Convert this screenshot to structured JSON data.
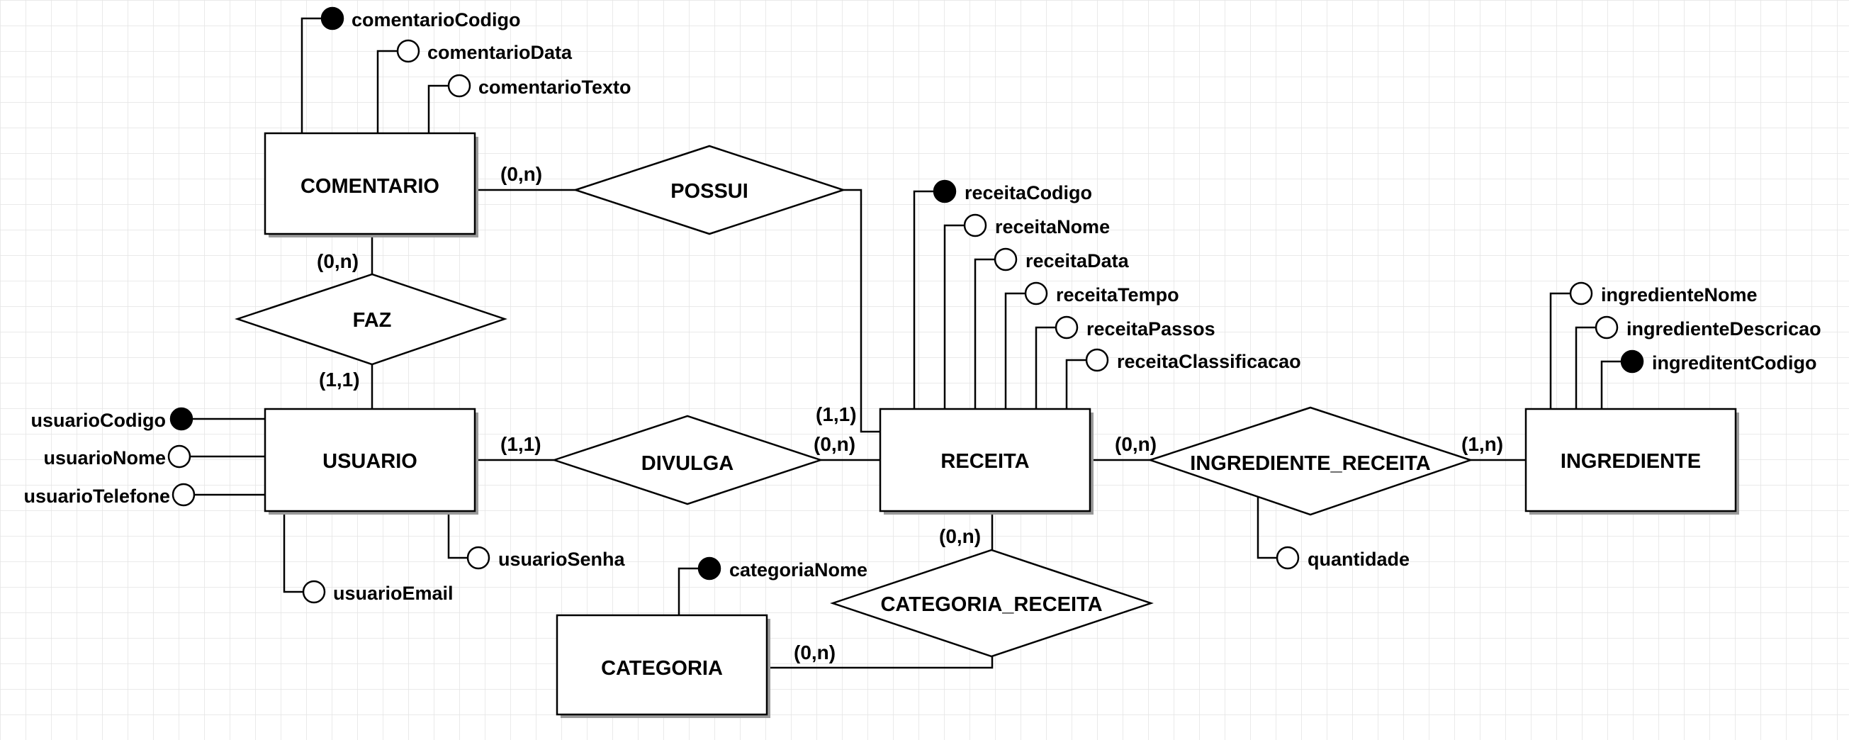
{
  "entities": {
    "comentario": "COMENTARIO",
    "usuario": "USUARIO",
    "receita": "RECEITA",
    "ingrediente": "INGREDIENTE",
    "categoria": "CATEGORIA"
  },
  "relationships": {
    "possui": "POSSUI",
    "faz": "FAZ",
    "divulga": "DIVULGA",
    "ingrediente_receita": "INGREDIENTE_RECEITA",
    "categoria_receita": "CATEGORIA_RECEITA"
  },
  "attributes": {
    "comentarioCodigo": "comentarioCodigo",
    "comentarioData": "comentarioData",
    "comentarioTexto": "comentarioTexto",
    "usuarioCodigo": "usuarioCodigo",
    "usuarioNome": "usuarioNome",
    "usuarioTelefone": "usuarioTelefone",
    "usuarioSenha": "usuarioSenha",
    "usuarioEmail": "usuarioEmail",
    "receitaCodigo": "receitaCodigo",
    "receitaNome": "receitaNome",
    "receitaData": "receitaData",
    "receitaTempo": "receitaTempo",
    "receitaPassos": "receitaPassos",
    "receitaClassificacao": "receitaClassificacao",
    "ingredienteNome": "ingredienteNome",
    "ingredienteDescricao": "ingredienteDescricao",
    "ingreditentCodigo": "ingreditentCodigo",
    "quantidade": "quantidade",
    "categoriaNome": "categoriaNome"
  },
  "cardinalities": {
    "comentario_possui": "(0,n)",
    "comentario_faz": "(0,n)",
    "usuario_faz": "(1,1)",
    "receita_possui": "(1,1)",
    "usuario_divulga": "(1,1)",
    "receita_divulga": "(0,n)",
    "receita_ingrediente": "(0,n)",
    "ingrediente_receita": "(1,n)",
    "receita_categoria": "(0,n)",
    "categoria_receita": "(0,n)"
  },
  "colors": {
    "grid": "#e4e4e4",
    "stroke": "#000000",
    "shadow": "#9a9a9a",
    "key_fill": "#000000",
    "attr_fill": "#ffffff"
  }
}
